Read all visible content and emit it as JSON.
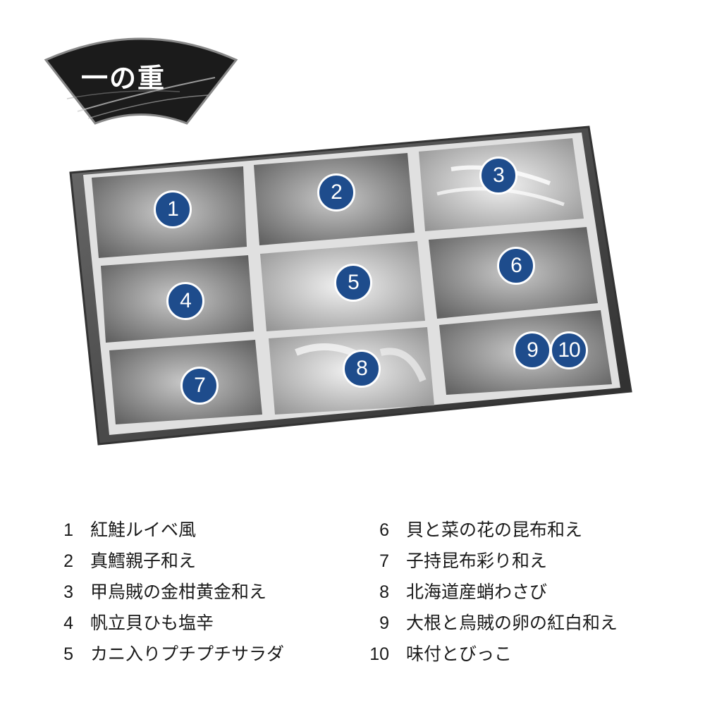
{
  "title": "一の重",
  "badges": [
    "1",
    "2",
    "3",
    "4",
    "5",
    "6",
    "7",
    "8",
    "9",
    "10"
  ],
  "legend_left": [
    {
      "num": "1",
      "name": "紅鮭ルイベ風"
    },
    {
      "num": "2",
      "name": "真鱈親子和え"
    },
    {
      "num": "3",
      "name": "甲烏賊の金柑黄金和え"
    },
    {
      "num": "4",
      "name": "帆立貝ひも塩辛"
    },
    {
      "num": "5",
      "name": "カニ入りプチプチサラダ"
    }
  ],
  "legend_right": [
    {
      "num": "6",
      "name": "貝と菜の花の昆布和え"
    },
    {
      "num": "7",
      "name": "子持昆布彩り和え"
    },
    {
      "num": "8",
      "name": "北海道産蛸わさび"
    },
    {
      "num": "9",
      "name": "大根と烏賊の卵の紅白和え"
    },
    {
      "num": "10",
      "name": "味付とびっこ"
    }
  ],
  "colors": {
    "badge": "#1e4c8c",
    "fan": "#1b1b1b",
    "tray_frame": "#d8d8d8"
  }
}
